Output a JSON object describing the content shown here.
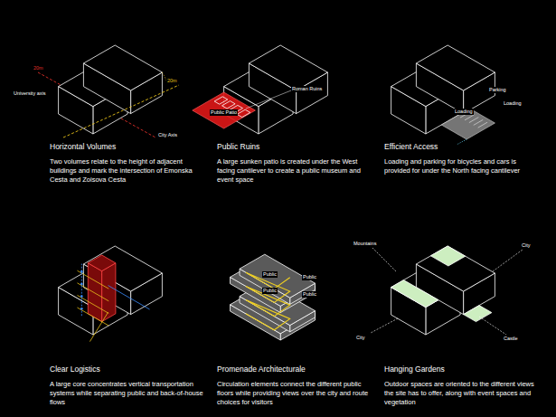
{
  "diagram": {
    "labels": [
      "20m",
      "20m",
      "University axis",
      "City Axis",
      "Horizontal Volumes",
      "Two volumes relate to the height of adjacent buildings and mark the intersection of Emonska Cesta and Zoisova Cesta",
      "Roman Ruins",
      "Public Patio",
      "Public Ruins",
      "A large sunken patio is created under the West facing cantilever to create a public museum and event space",
      "Parking",
      "Loading",
      "Loading",
      "Efficient Access",
      "Loading and parking for bicycles and cars is provided for under the North facing cantilever",
      "Clear Logistics",
      "A large core concentrates vertical transportation systems while separating public and back-of-house flows",
      "Public",
      "Public",
      "Public",
      "Public",
      "Promenade Architecturale",
      "Circulation elements connect the different public floors while providing views over the city and route choices for visitors",
      "Mountains",
      "City",
      "City",
      "Castle",
      "Hanging Gardens",
      "Outdoor spaces are oriented to the different views the site has to offer, along with event spaces and vegetation"
    ]
  }
}
